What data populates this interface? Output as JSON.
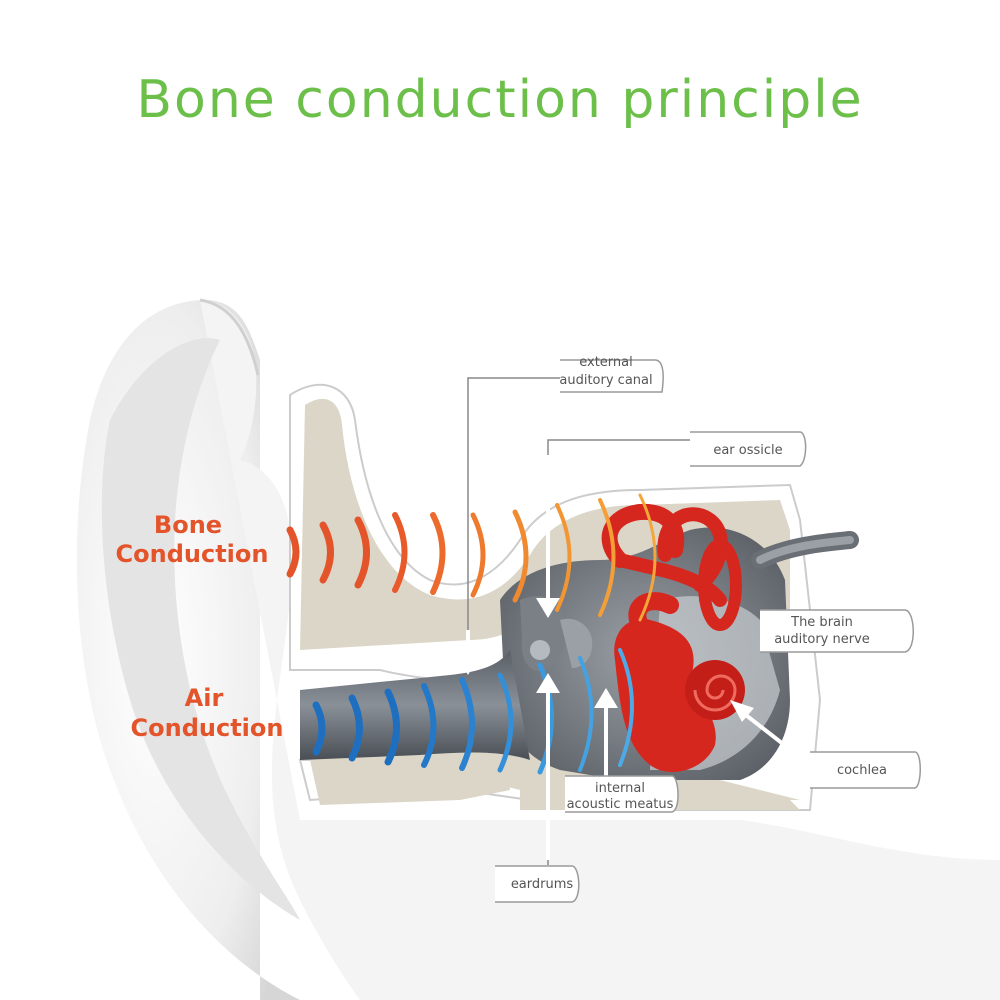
{
  "title": "Bone conduction principle",
  "colors": {
    "title": "#6cc04a",
    "bone": "#e3542a",
    "air": "#1f7bc8",
    "cochlea": "#d6271f",
    "bone_tissue": "#ded8cc",
    "skin": "#f2f2f2"
  },
  "labels": {
    "bone_line1": "Bone",
    "bone_line2": "Conduction",
    "air_line1": "Air",
    "air_line2": "Conduction"
  },
  "callouts": {
    "external_line1": "external",
    "external_line2": "auditory canal",
    "ossicle": "ear ossicle",
    "brain_line1": "The brain",
    "brain_line2": "auditory nerve",
    "cochlea": "cochlea",
    "internal_line1": "internal",
    "internal_line2": "acoustic meatus",
    "eardrums": "eardrums"
  }
}
